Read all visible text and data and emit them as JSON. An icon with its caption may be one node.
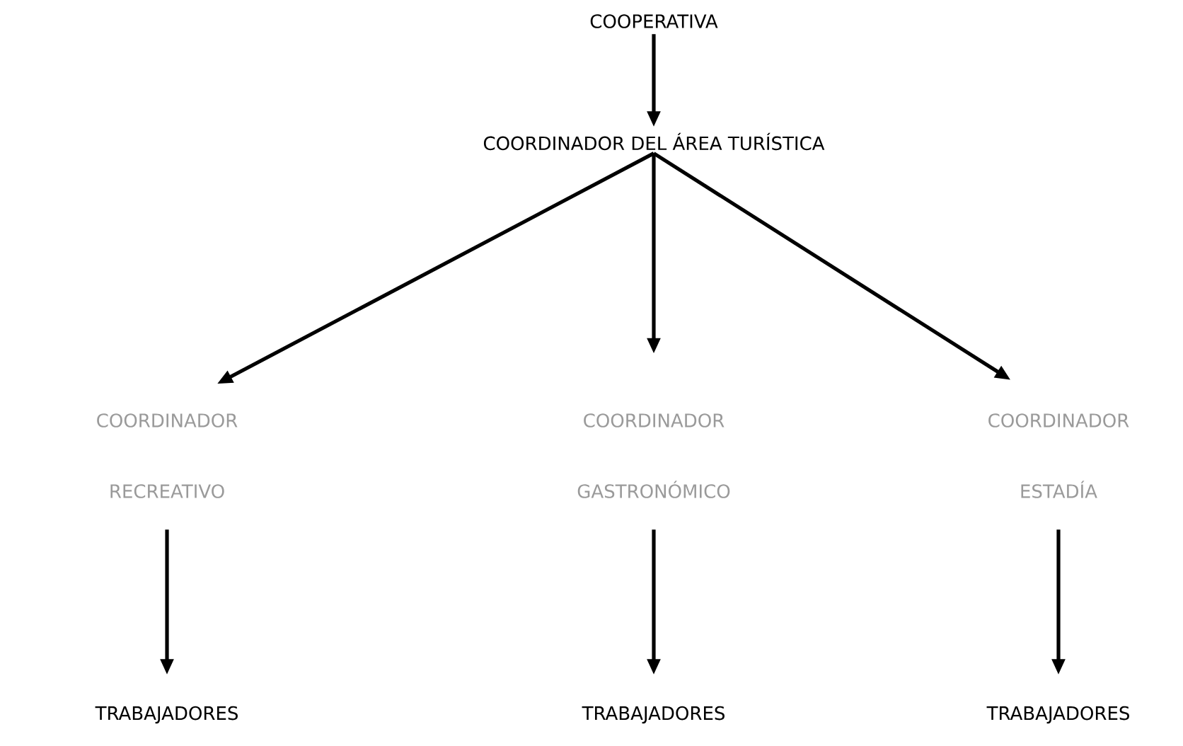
{
  "diagram": {
    "nodes": [
      {
        "text": [
          "COOPERATIVA"
        ]
      },
      {
        "text": [
          "COORDINADOR DEL ÁREA TURÍSTICA"
        ]
      },
      {
        "text": [
          "COORDINADOR RECREATIVO"
        ]
      },
      {
        "text": [
          "COORDINADOR GASTRONÓMICO"
        ]
      },
      {
        "text": [
          "COORDINADOR ESTADÍA"
        ]
      },
      {
        "text": [
          "TRABAJADORES"
        ]
      },
      {
        "text": [
          "TRABAJADORES"
        ]
      },
      {
        "text": [
          "TRABAJADORES"
        ]
      }
    ],
    "edges": [
      {
        "from": 0,
        "to": 1,
        "arrow": "to"
      },
      {
        "from": 1,
        "to": 2,
        "arrow": "to"
      },
      {
        "from": 1,
        "to": 3,
        "arrow": "to"
      },
      {
        "from": 1,
        "to": 4,
        "arrow": "to"
      },
      {
        "from": 2,
        "to": 5,
        "arrow": "to"
      },
      {
        "from": 3,
        "to": 6,
        "arrow": "to"
      },
      {
        "from": 4,
        "to": 7,
        "arrow": "to"
      }
    ]
  }
}
